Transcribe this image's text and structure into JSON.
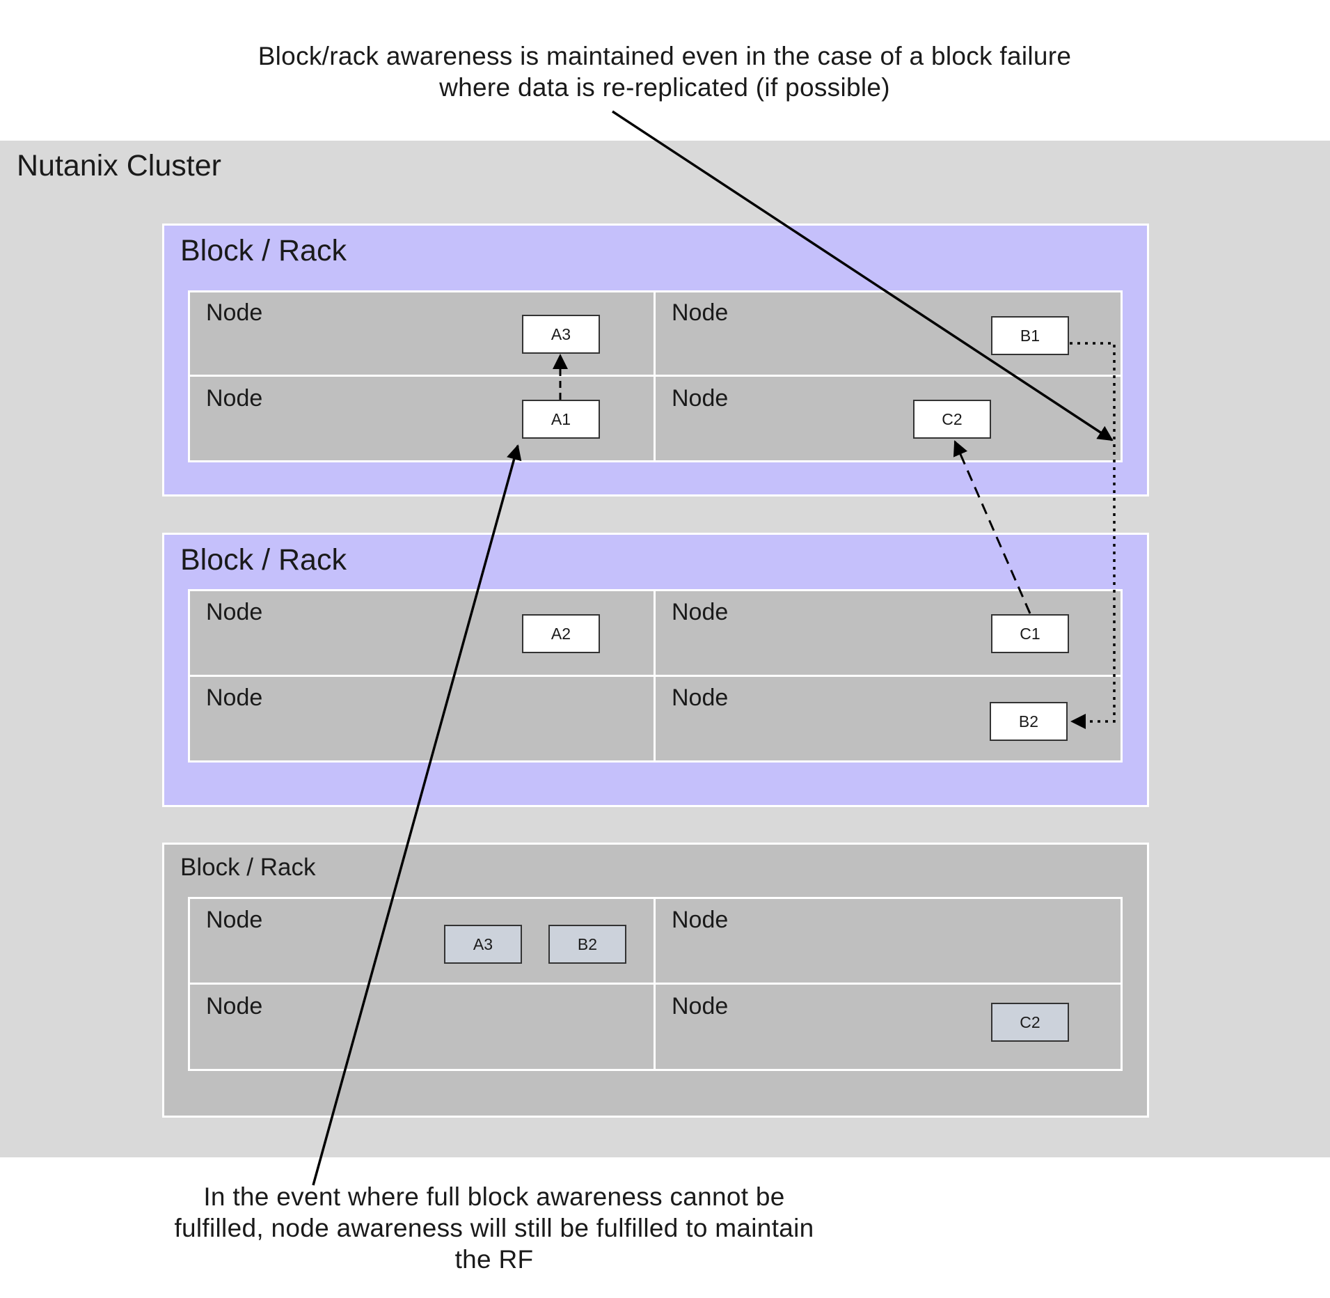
{
  "annotations": {
    "top": "Block/rack awareness is maintained even in the case of a block failure where data is re-replicated (if possible)",
    "bottom": "In the event where full block awareness cannot be fulfilled, node awareness will still be fulfilled to maintain the RF"
  },
  "cluster": {
    "title": "Nutanix Cluster"
  },
  "blocks": [
    {
      "title": "Block / Rack",
      "status": "active",
      "nodes": [
        {
          "label": "Node",
          "chunks": [
            "A3"
          ]
        },
        {
          "label": "Node",
          "chunks": [
            "B1"
          ]
        },
        {
          "label": "Node",
          "chunks": [
            "A1"
          ]
        },
        {
          "label": "Node",
          "chunks": [
            "C2"
          ]
        }
      ]
    },
    {
      "title": "Block / Rack",
      "status": "active",
      "nodes": [
        {
          "label": "Node",
          "chunks": [
            "A2"
          ]
        },
        {
          "label": "Node",
          "chunks": [
            "C1"
          ]
        },
        {
          "label": "Node",
          "chunks": []
        },
        {
          "label": "Node",
          "chunks": [
            "B2"
          ]
        }
      ]
    },
    {
      "title": "Block / Rack",
      "status": "failed",
      "nodes": [
        {
          "label": "Node",
          "chunks": [
            "A3",
            "B2"
          ]
        },
        {
          "label": "Node",
          "chunks": []
        },
        {
          "label": "Node",
          "chunks": []
        },
        {
          "label": "Node",
          "chunks": [
            "C2"
          ]
        }
      ]
    }
  ],
  "colors": {
    "cluster_bg": "#d9d9d9",
    "active_block_bg": "#c5c0fb",
    "failed_block_bg": "#bfbfbf",
    "node_bg": "#bfbfbf",
    "chunk_bg": "#ffffff",
    "ghost_chunk_bg": "#ccd2db"
  }
}
